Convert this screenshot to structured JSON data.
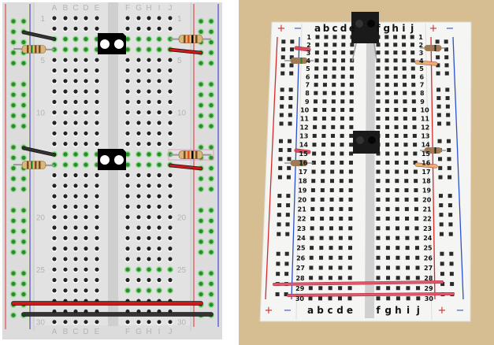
{
  "diagram": {
    "column_labels_left": [
      "A",
      "B",
      "C",
      "D",
      "E"
    ],
    "column_labels_right": [
      "F",
      "G",
      "H",
      "I",
      "J"
    ],
    "row_labels": [
      "1",
      "5",
      "10",
      "20",
      "25",
      "30"
    ],
    "rows": 30,
    "highlighted_rows_left": [
      3,
      4,
      14,
      15
    ],
    "highlighted_rows_right": [
      3,
      4,
      14,
      15,
      25,
      27
    ],
    "colors": {
      "board": "#dcdcdc",
      "hole": "#222222",
      "active_hole": "#37c837",
      "wire_red": "#cc1a1a",
      "wire_black": "#333333",
      "rail_red": "#e03030",
      "rail_blue": "#2a2ad0"
    }
  },
  "photo": {
    "column_labels_left": [
      "a",
      "b",
      "c",
      "d",
      "e"
    ],
    "column_labels_right": [
      "f",
      "g",
      "h",
      "i",
      "j"
    ],
    "row_numbers": [
      "1",
      "2",
      "3",
      "4",
      "5",
      "6",
      "7",
      "8",
      "9",
      "10",
      "11",
      "12",
      "13",
      "14",
      "15",
      "16",
      "17",
      "18",
      "19",
      "20",
      "21",
      "22",
      "23",
      "24",
      "25",
      "26",
      "27",
      "28",
      "29",
      "30"
    ],
    "rail_plus": "+",
    "rail_minus": "−",
    "colors": {
      "table": "#d6bd92",
      "board": "#f7f7f5",
      "wire": "#e0566a"
    }
  }
}
